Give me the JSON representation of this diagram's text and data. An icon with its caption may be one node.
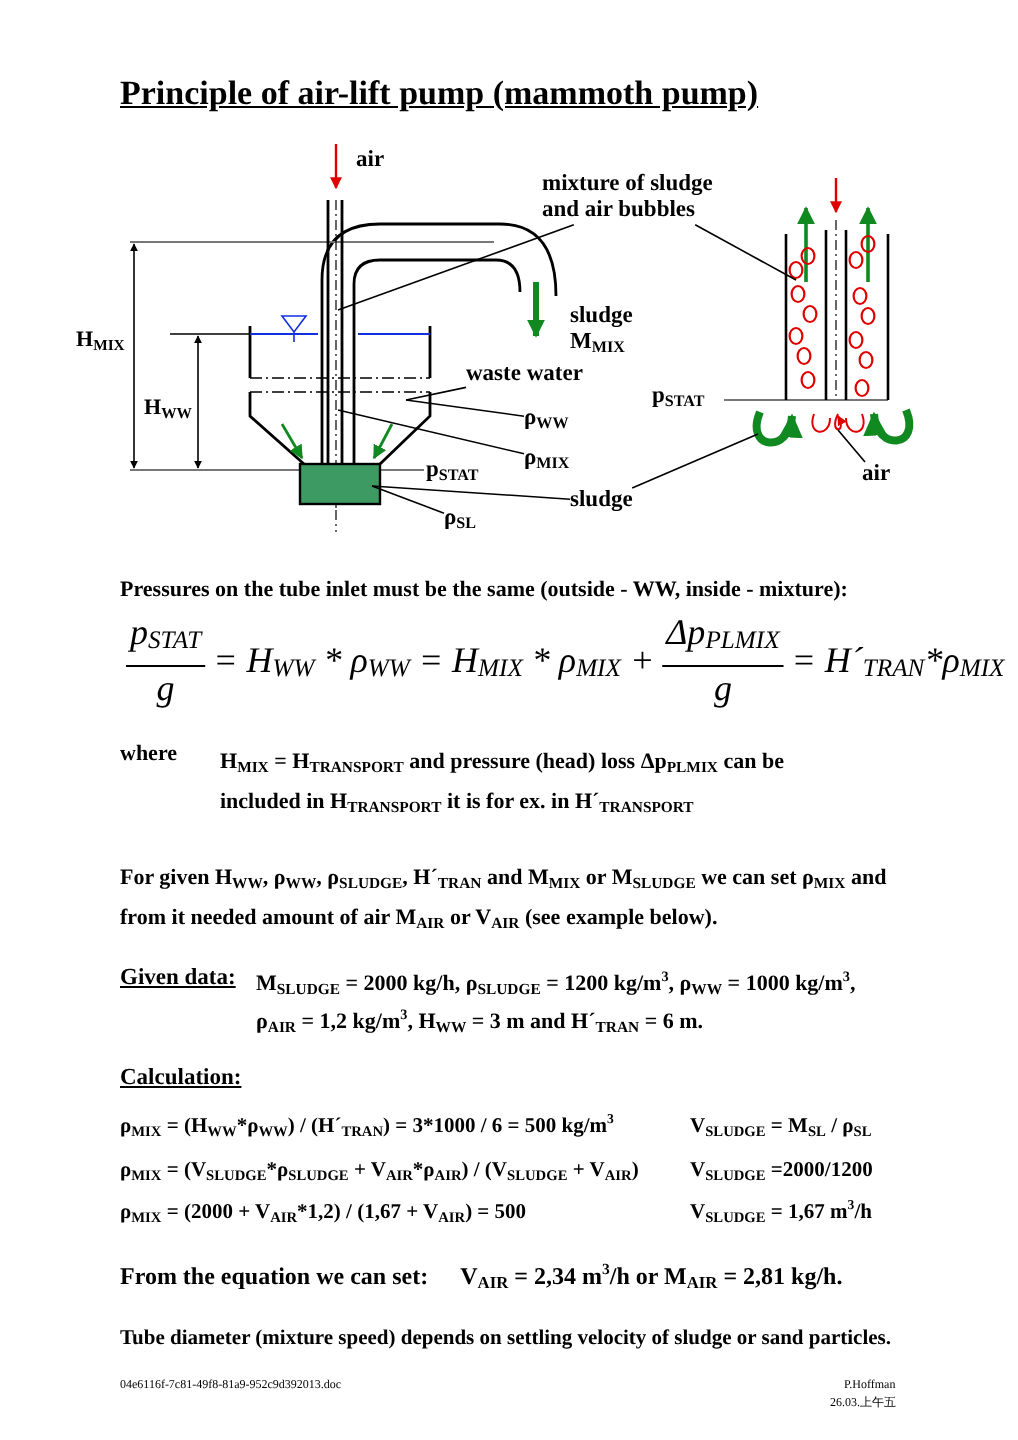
{
  "diagram": {
    "title": "Principle of air-lift pump (mammoth pump)",
    "nodes": [
      {
        "text": [
          "mixture of sludge and air bubbles"
        ]
      },
      {
        "text": [],
        "shape": "box"
      },
      {
        "text": [],
        "shape": "box"
      },
      {
        "text": [
          "waste water"
        ]
      },
      {
        "text": [],
        "shape": "box"
      },
      {
        "text": [
          "ρ$_{WW}$"
        ]
      },
      {
        "text": [
          "ρ$_{MIX}$"
        ]
      },
      {
        "text": [
          "sludge"
        ]
      },
      {
        "text": [],
        "shape": "box"
      },
      {
        "text": [
          "ρ$_{SL}$"
        ]
      },
      {
        "text": [],
        "shape": "arrow"
      },
      {
        "text": [
          "air"
        ]
      },
      {
        "text": [],
        "shape": "arrow"
      }
    ],
    "edges": [
      {
        "from": 0,
        "to": 1,
        "arrow": "none"
      },
      {
        "from": 0,
        "to": 2,
        "arrow": "none"
      },
      {
        "from": 3,
        "to": 4,
        "arrow": "none"
      },
      {
        "from": 5,
        "to": 4,
        "arrow": "none"
      },
      {
        "from": 6,
        "to": 1,
        "arrow": "none"
      },
      {
        "from": 7,
        "to": 8,
        "arrow": "none"
      },
      {
        "from": 9,
        "to": 8,
        "arrow": "none"
      },
      {
        "from": 7,
        "to": 10,
        "arrow": "none"
      },
      {
        "from": 11,
        "to": 12,
        "arrow": "none"
      }
    ],
    "labels": [
      "air",
      "sludge M$_{MIX}$",
      "H$_{MIX}$",
      "H$_{WW}$",
      "p$_{STAT}$",
      "p$_{STAT}$",
      "Pressures on the tube inlet must be the same (outside - WW, inside - mixture):",
      "p$_{STAT}$",
      "g",
      "= H$_{WW}$ * ρ$_{WW}$ = H$_{MIX}$ * ρ$_{MIX}$ +",
      "Δp$_{PLMIX}$",
      "g",
      "= H´$_{TRAN}$*ρ$_{MIX}$",
      "where",
      "H$_{MIX}$ = H$_{TRANSPORT}$ and pressure (head) loss Δp$_{PLMIX}$ can be included in H$_{TRANSPORT}$ it is for ex. in H´$_{TRANSPORT}$",
      "For given H$_{WW}$, ρ$_{WW}$, ρ$_{SLUDGE}$, H´$_{TRAN}$ and M$_{MIX}$ or M$_{SLUDGE}$ we can set ρ$_{MIX}$ and from it needed amount of air M$_{AIR}$ or V$_{AIR}$ (see example below).",
      "Given data:",
      "M$_{SLUDGE}$ = 2000 kg/h, ρ$_{SLUDGE}$ = 1200 kg/m$^{3}$, ρ$_{WW}$ = 1000 kg/m$^{3}$, ρ$_{AIR}$ = 1,2 kg/m$^{3}$, H$_{WW}$ = 3 m and H´$_{TRAN}$ = 6 m.",
      "Calculation:",
      "ρ$_{MIX}$ = (H$_{WW}$*ρ$_{WW}$) / (H´$_{TRAN}$) = 3*1000 / 6 = 500 kg/m$^{3}$",
      "V$_{SLUDGE}$ = M$_{SL}$ / ρ$_{SL}$",
      "ρ$_{MIX}$ = (V$_{SLUDGE}$*ρ$_{SLUDGE}$ + V$_{AIR}$*ρ$_{AIR}$) / (V$_{SLUDGE}$ + V$_{AIR}$)",
      "V$_{SLUDGE}$ =2000/1200",
      "ρ$_{MIX}$ = (2000 + V$_{AIR}$*1,2) / (1,67 + V$_{AIR}$) = 500",
      "V$_{SLUDGE}$ = 1,67 m$^{3}$/h",
      "From the equation we can set:",
      "V$_{AIR}$ = 2,34 m$^{3}$/h or M$_{AIR}$ = 2,81 kg/h.",
      "Tube diameter (mixture speed) depends on settling velocity of sludge or sand particles.",
      "04e6116f-7c81-49f8-81a9-952c9d392013.doc",
      "P.Hoffman",
      "26.03.上午五"
    ]
  }
}
